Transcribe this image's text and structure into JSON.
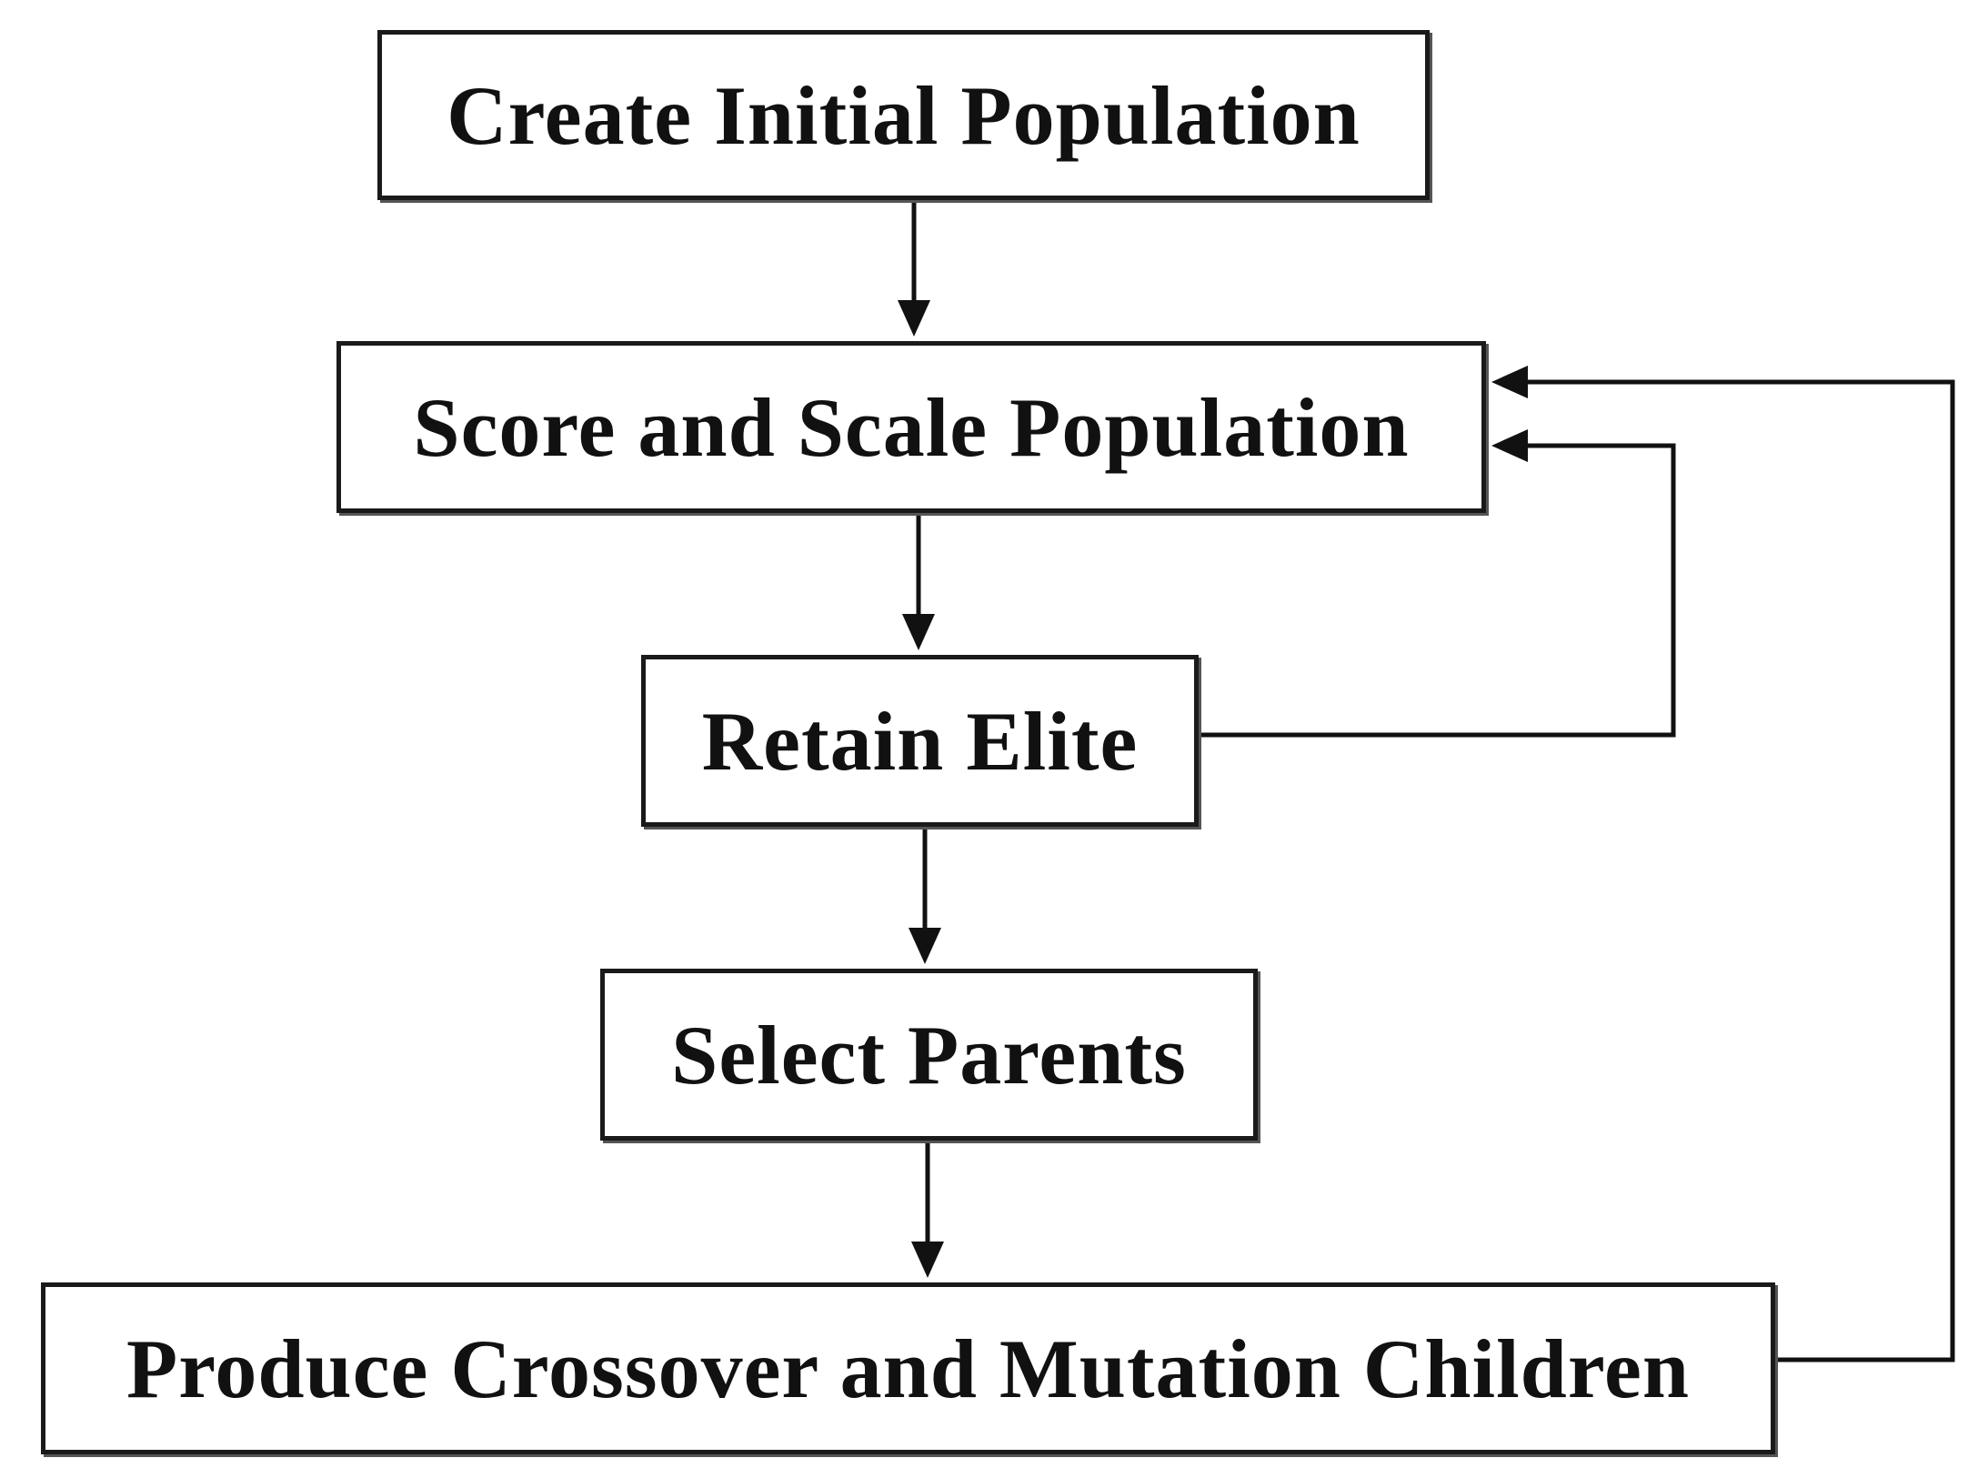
{
  "diagram": {
    "type": "flowchart",
    "nodes": {
      "create_initial_population": "Create Initial Population",
      "score_and_scale_population": "Score and Scale Population",
      "retain_elite": "Retain Elite",
      "select_parents": "Select Parents",
      "produce_children": "Produce Crossover and Mutation Children"
    },
    "edges": [
      {
        "from": "create_initial_population",
        "to": "score_and_scale_population"
      },
      {
        "from": "score_and_scale_population",
        "to": "retain_elite"
      },
      {
        "from": "retain_elite",
        "to": "select_parents"
      },
      {
        "from": "select_parents",
        "to": "produce_children"
      },
      {
        "from": "retain_elite",
        "to": "score_and_scale_population"
      },
      {
        "from": "produce_children",
        "to": "score_and_scale_population"
      }
    ],
    "colors": {
      "line": "#111111",
      "border": "#1a1a1a",
      "background": "#ffffff"
    }
  }
}
